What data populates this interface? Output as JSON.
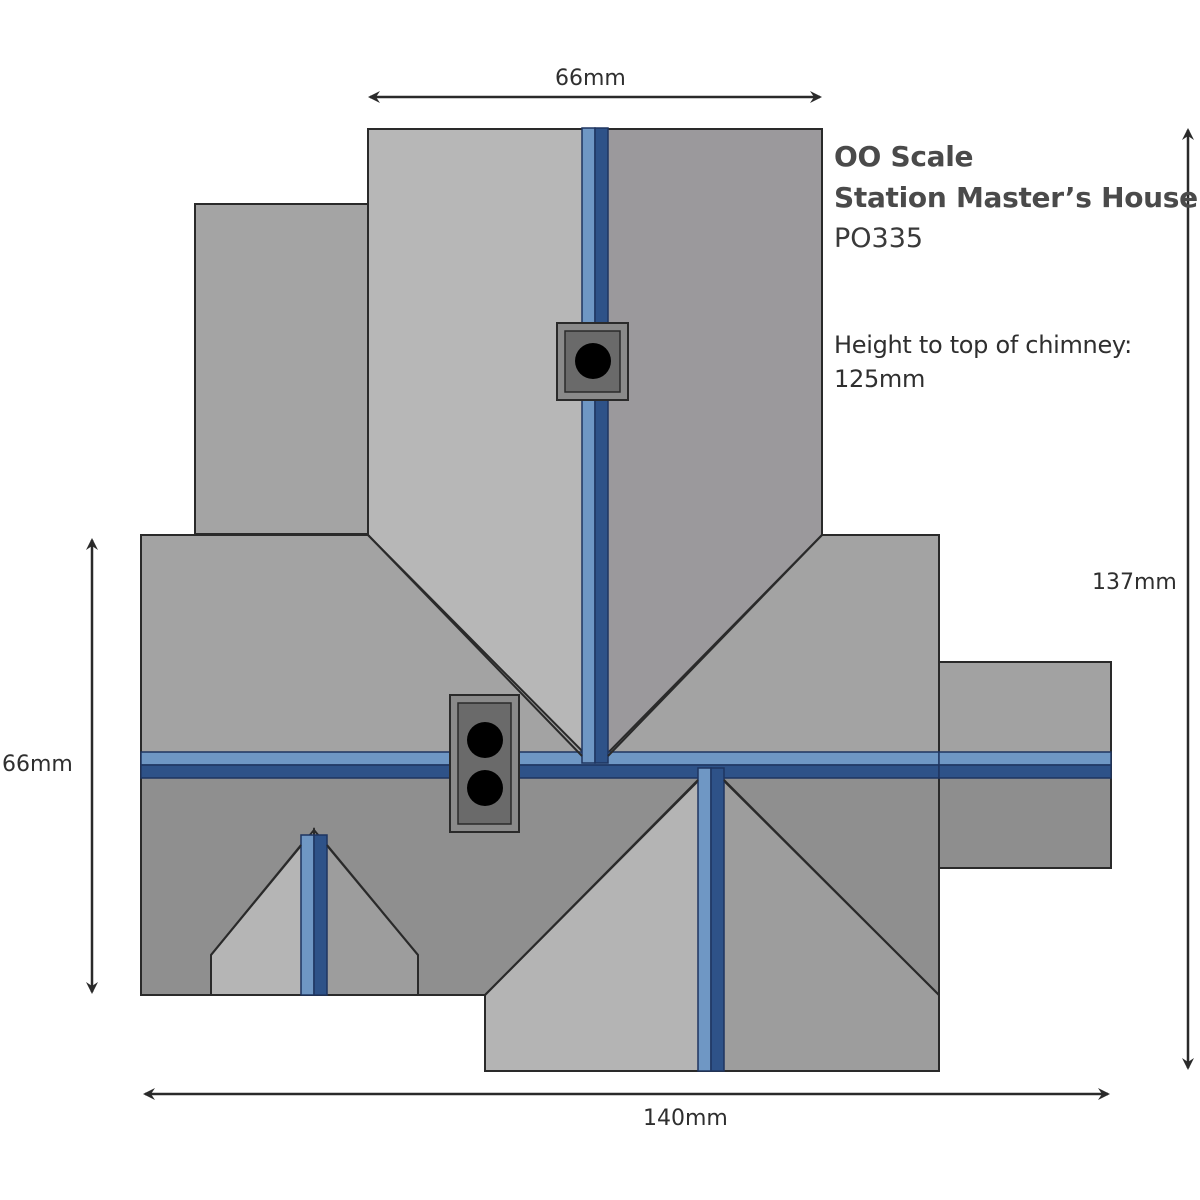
{
  "title": {
    "scale": "OO Scale",
    "name": "Station Master’s House",
    "code": "PO335"
  },
  "note": {
    "label": "Height to top of chimney:",
    "value": "125mm"
  },
  "dimensions": {
    "top_width": "66mm",
    "left_depth": "66mm",
    "overall_height": "137mm",
    "overall_width": "140mm"
  },
  "colors": {
    "roof_light": "#b6b6b6",
    "roof_mid": "#a2a2a2",
    "roof_dark": "#8e8e8e",
    "ridge_light": "#6f97c4",
    "ridge_dark": "#2e5288",
    "chimney": "#6a6a6a",
    "outline": "#2a2a2a"
  }
}
